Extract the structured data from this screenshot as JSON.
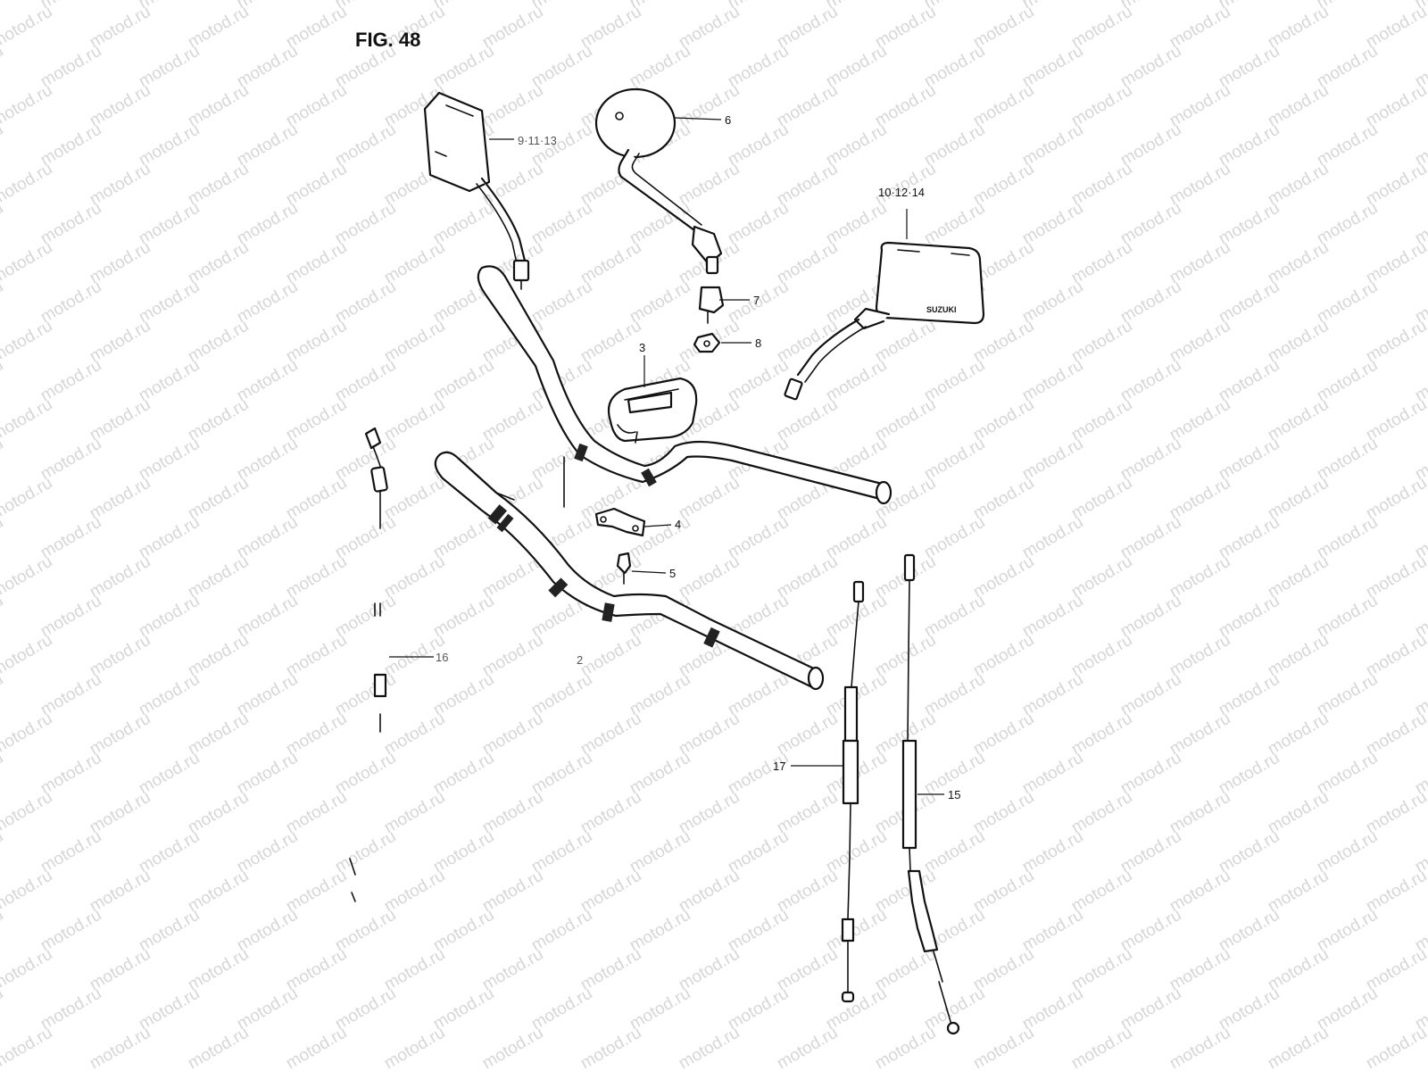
{
  "watermark": {
    "text": "motod.ru",
    "color": "#d6d6d6"
  },
  "figure": {
    "title": "FIG. 48"
  },
  "callouts": [
    {
      "id": "mirror-left",
      "label": "9·11·13"
    },
    {
      "id": "mirror-round",
      "label": "6"
    },
    {
      "id": "mirror-square",
      "label": "10·12·14"
    },
    {
      "id": "adapter",
      "label": "7"
    },
    {
      "id": "nut",
      "label": "8"
    },
    {
      "id": "holder-cover",
      "label": "3"
    },
    {
      "id": "clamp",
      "label": "4"
    },
    {
      "id": "bolt",
      "label": "5"
    },
    {
      "id": "handlebar-lower",
      "label": "2"
    },
    {
      "id": "throttle-cable",
      "label": "16"
    },
    {
      "id": "clutch-cable",
      "label": "17"
    },
    {
      "id": "brake-cable",
      "label": "15"
    }
  ],
  "mirror_logo": {
    "text": "SUZUKI"
  }
}
